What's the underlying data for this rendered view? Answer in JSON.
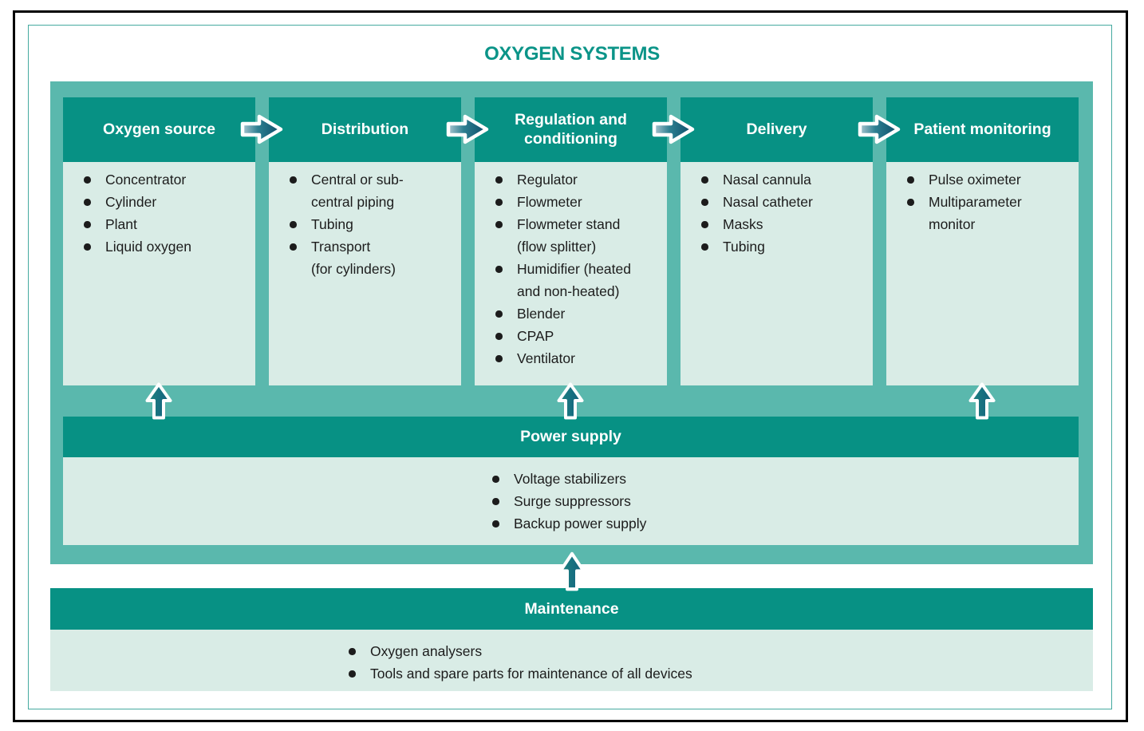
{
  "title": "OXYGEN SYSTEMS",
  "flow": {
    "columns": [
      {
        "title": "Oxygen source",
        "items": [
          [
            "Concentrator"
          ],
          [
            "Cylinder"
          ],
          [
            "Plant"
          ],
          [
            "Liquid oxygen"
          ]
        ],
        "has_up_arrow": true
      },
      {
        "title": "Distribution",
        "items": [
          [
            "Central or sub-",
            "central piping"
          ],
          [
            "Tubing"
          ],
          [
            "Transport",
            "(for cylinders)"
          ]
        ],
        "has_up_arrow": false
      },
      {
        "title": "Regulation and conditioning",
        "items": [
          [
            "Regulator"
          ],
          [
            "Flowmeter"
          ],
          [
            "Flowmeter stand",
            "(flow splitter)"
          ],
          [
            "Humidifier (heated",
            "and non-heated)"
          ],
          [
            "Blender"
          ],
          [
            "CPAP"
          ],
          [
            "Ventilator"
          ]
        ],
        "has_up_arrow": true
      },
      {
        "title": "Delivery",
        "items": [
          [
            "Nasal cannula"
          ],
          [
            "Nasal catheter"
          ],
          [
            "Masks"
          ],
          [
            "Tubing"
          ]
        ],
        "has_up_arrow": false
      },
      {
        "title": "Patient monitoring",
        "items": [
          [
            "Pulse oximeter"
          ],
          [
            "Multiparameter",
            "monitor"
          ]
        ],
        "has_up_arrow": true
      }
    ]
  },
  "power_supply": {
    "title": "Power supply",
    "items": [
      [
        "Voltage stabilizers"
      ],
      [
        "Surge suppressors"
      ],
      [
        "Backup power supply"
      ]
    ]
  },
  "maintenance": {
    "title": "Maintenance",
    "items": [
      [
        "Oxygen analysers"
      ],
      [
        "Tools and spare parts for maintenance of all devices"
      ]
    ]
  },
  "icons": {
    "flow_arrow": "right-arrow-icon",
    "feed_arrow": "up-arrow-icon"
  },
  "colors": {
    "header_teal": "#079184",
    "panel_teal": "#5ab8ad",
    "body_mint": "#d9ece6",
    "title_teal": "#0b9488",
    "frame_black": "#000000",
    "frame_teal": "#45aaa0",
    "text_dark": "#1c1c1c",
    "arrow_gradient_start": "#a9c6d0",
    "arrow_gradient_mid": "#2d7f91",
    "arrow_gradient_end": "#0d4c68",
    "up_arrow_left": "#20857e",
    "up_arrow_right": "#135e7b"
  }
}
